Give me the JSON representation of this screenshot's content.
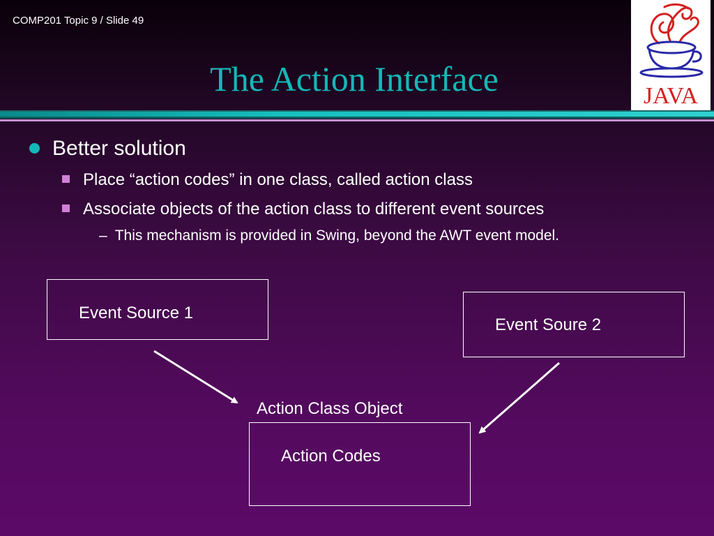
{
  "header": {
    "slide_label": "COMP201 Topic 9 / Slide 49"
  },
  "title": "The Action Interface",
  "logo": {
    "icon": "java-coffee-cup-logo",
    "text": "JAVA"
  },
  "bullets": {
    "level1": "Better solution",
    "level2": [
      "Place “action codes” in one class, called action class",
      "Associate objects of the action class to different event sources"
    ],
    "level3_marker": "–",
    "level3": "This mechanism is provided in Swing, beyond the AWT event model."
  },
  "diagram": {
    "source1": "Event Source 1",
    "source2": "Event Soure 2",
    "action_caption": "Action Class Object",
    "action_codes": "Action Codes"
  },
  "colors": {
    "title": "#14b8b8",
    "bullet1": "#14b8b8",
    "bullet2": "#d080d8",
    "logo_red": "#d42020",
    "logo_blue": "#2828a8"
  }
}
